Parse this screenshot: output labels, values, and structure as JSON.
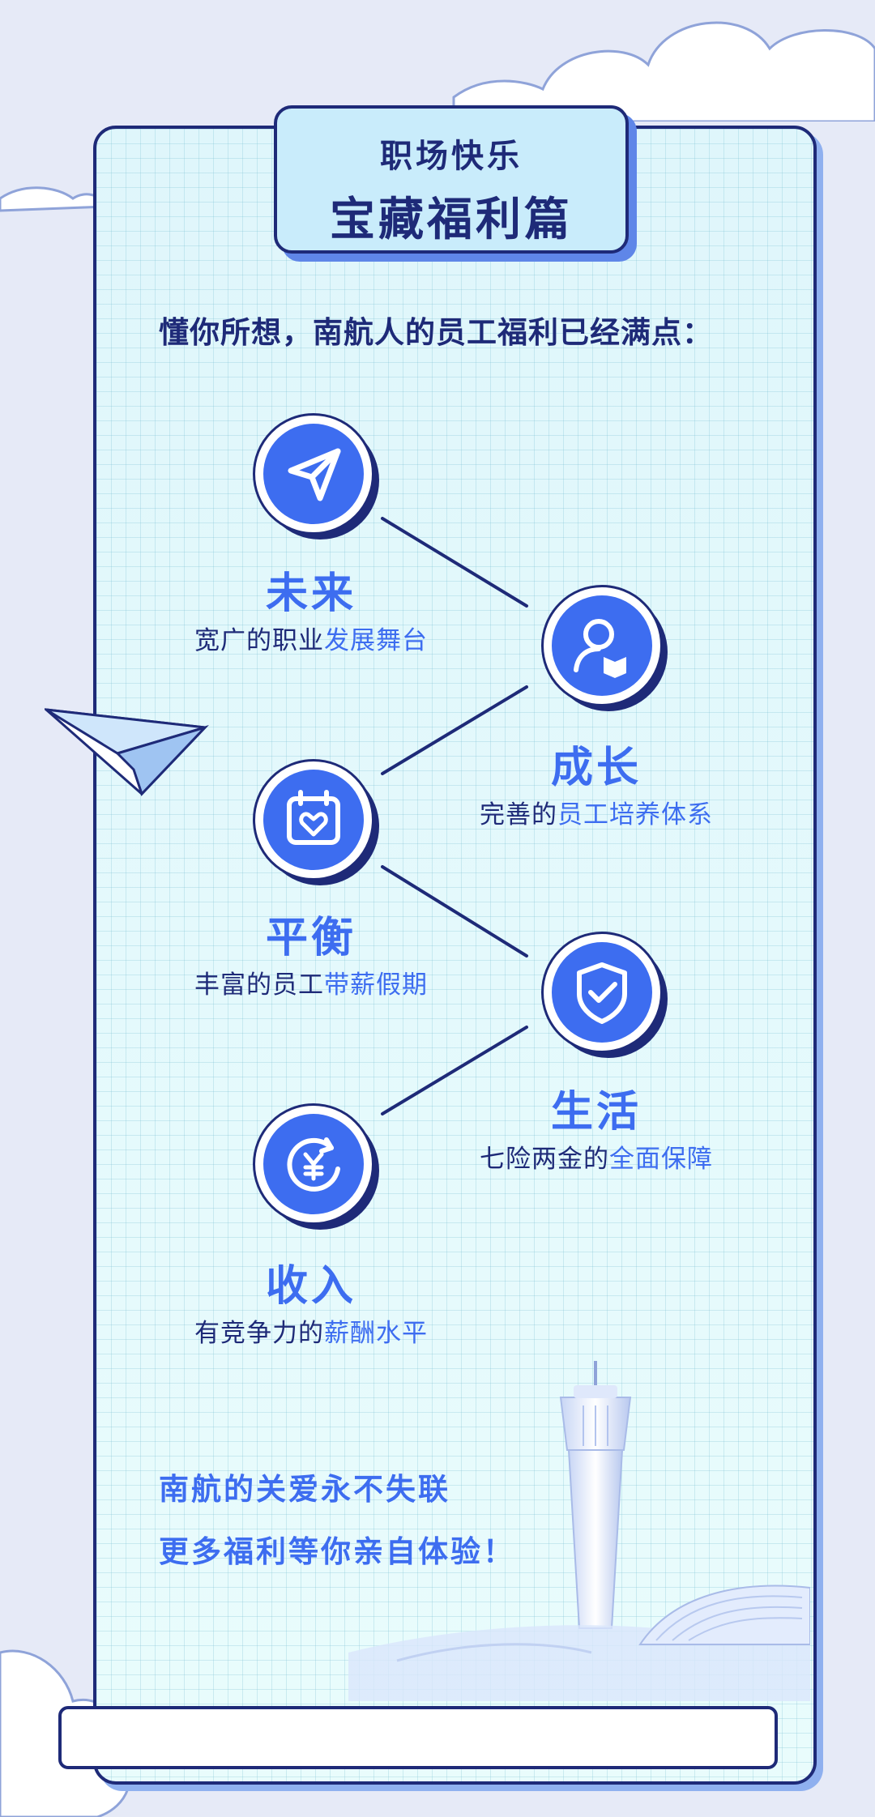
{
  "header": {
    "title_line1": "职场快乐",
    "title_line2": "宝藏福利篇"
  },
  "intro": "懂你所想，南航人的员工福利已经满点：",
  "benefits": [
    {
      "icon": "paper-plane-icon",
      "title": "未来",
      "sub_plain": "宽广的职业",
      "sub_highlight": "发展舞台"
    },
    {
      "icon": "person-book-icon",
      "title": "成长",
      "sub_plain": "完善的",
      "sub_highlight": "员工培养体系"
    },
    {
      "icon": "calendar-heart-icon",
      "title": "平衡",
      "sub_plain": "丰富的员工",
      "sub_highlight": "带薪假期"
    },
    {
      "icon": "shield-check-icon",
      "title": "生活",
      "sub_plain": "七险两金的",
      "sub_highlight": "全面保障"
    },
    {
      "icon": "yen-cycle-icon",
      "title": "收入",
      "sub_plain": "有竞争力的",
      "sub_highlight": "薪酬水平"
    }
  ],
  "outro": {
    "line1": "南航的关爱永不失联",
    "line2": "更多福利等你亲自体验！"
  },
  "colors": {
    "navy": "#1e2a78",
    "accent_blue": "#3d6df0",
    "panel_bg": "#e9fbfd",
    "page_bg": "#e6eaf7"
  }
}
